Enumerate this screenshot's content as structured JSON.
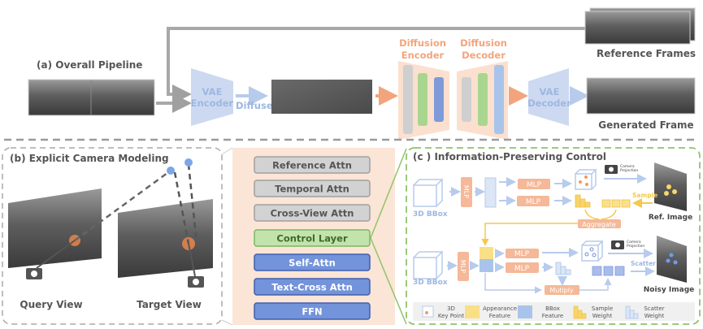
{
  "overall": {
    "title": "(a) Overall Pipeline",
    "vae_encoder": [
      "VAE",
      "Encoder"
    ],
    "diffuse": "Diffuse",
    "diffusion_encoder": [
      "Diffusion",
      "Encoder"
    ],
    "diffusion_decoder": [
      "Diffusion",
      "Decoder"
    ],
    "vae_decoder": [
      "VAE",
      "Decoder"
    ],
    "reference_frames": "Reference Frames",
    "generated_frame": "Generated Frame"
  },
  "camera_modeling": {
    "title": "(b) Explicit Camera Modeling",
    "query_view": "Query View",
    "target_view": "Target View"
  },
  "layers": [
    {
      "label": "Reference Attn",
      "kind": "gray"
    },
    {
      "label": "Temporal Attn",
      "kind": "gray"
    },
    {
      "label": "Cross-View Attn",
      "kind": "gray"
    },
    {
      "label": "Control Layer",
      "kind": "green"
    },
    {
      "label": "Self-Attn",
      "kind": "blue"
    },
    {
      "label": "Text-Cross Attn",
      "kind": "blue"
    },
    {
      "label": "FFN",
      "kind": "blue"
    }
  ],
  "control": {
    "title": "(c ) Information-Preserving Control",
    "bbox_label": "3D BBox",
    "mlp": "MLP",
    "camera_projection": [
      "Camera",
      "Projection"
    ],
    "sample": "Sample",
    "scatter": "Scatter",
    "aggregate": "Aggregate",
    "multiply": "Mutiply",
    "ref_image": "Ref. Image",
    "noisy_image": "Noisy Image",
    "legend": [
      {
        "label": [
          "3D",
          "Key Point"
        ],
        "icon": "keypoint-cube-icon"
      },
      {
        "label": [
          "Appearance",
          "Feature"
        ],
        "icon": "yellow-square"
      },
      {
        "label": [
          "BBox",
          "Feature"
        ],
        "icon": "blue-square"
      },
      {
        "label": [
          "Sample",
          "Weight"
        ],
        "icon": "yellow-bars"
      },
      {
        "label": [
          "Scatter",
          "Weight"
        ],
        "icon": "blue-bars"
      }
    ]
  },
  "colors": {
    "gray": "#a0a0a0",
    "orange": "#f2a57c",
    "light_blue": "#c8d6ef",
    "blue_text": "#9db7e2",
    "green": "#8fc46a",
    "yellow": "#f7d56b",
    "peach": "#fbe5d6"
  }
}
